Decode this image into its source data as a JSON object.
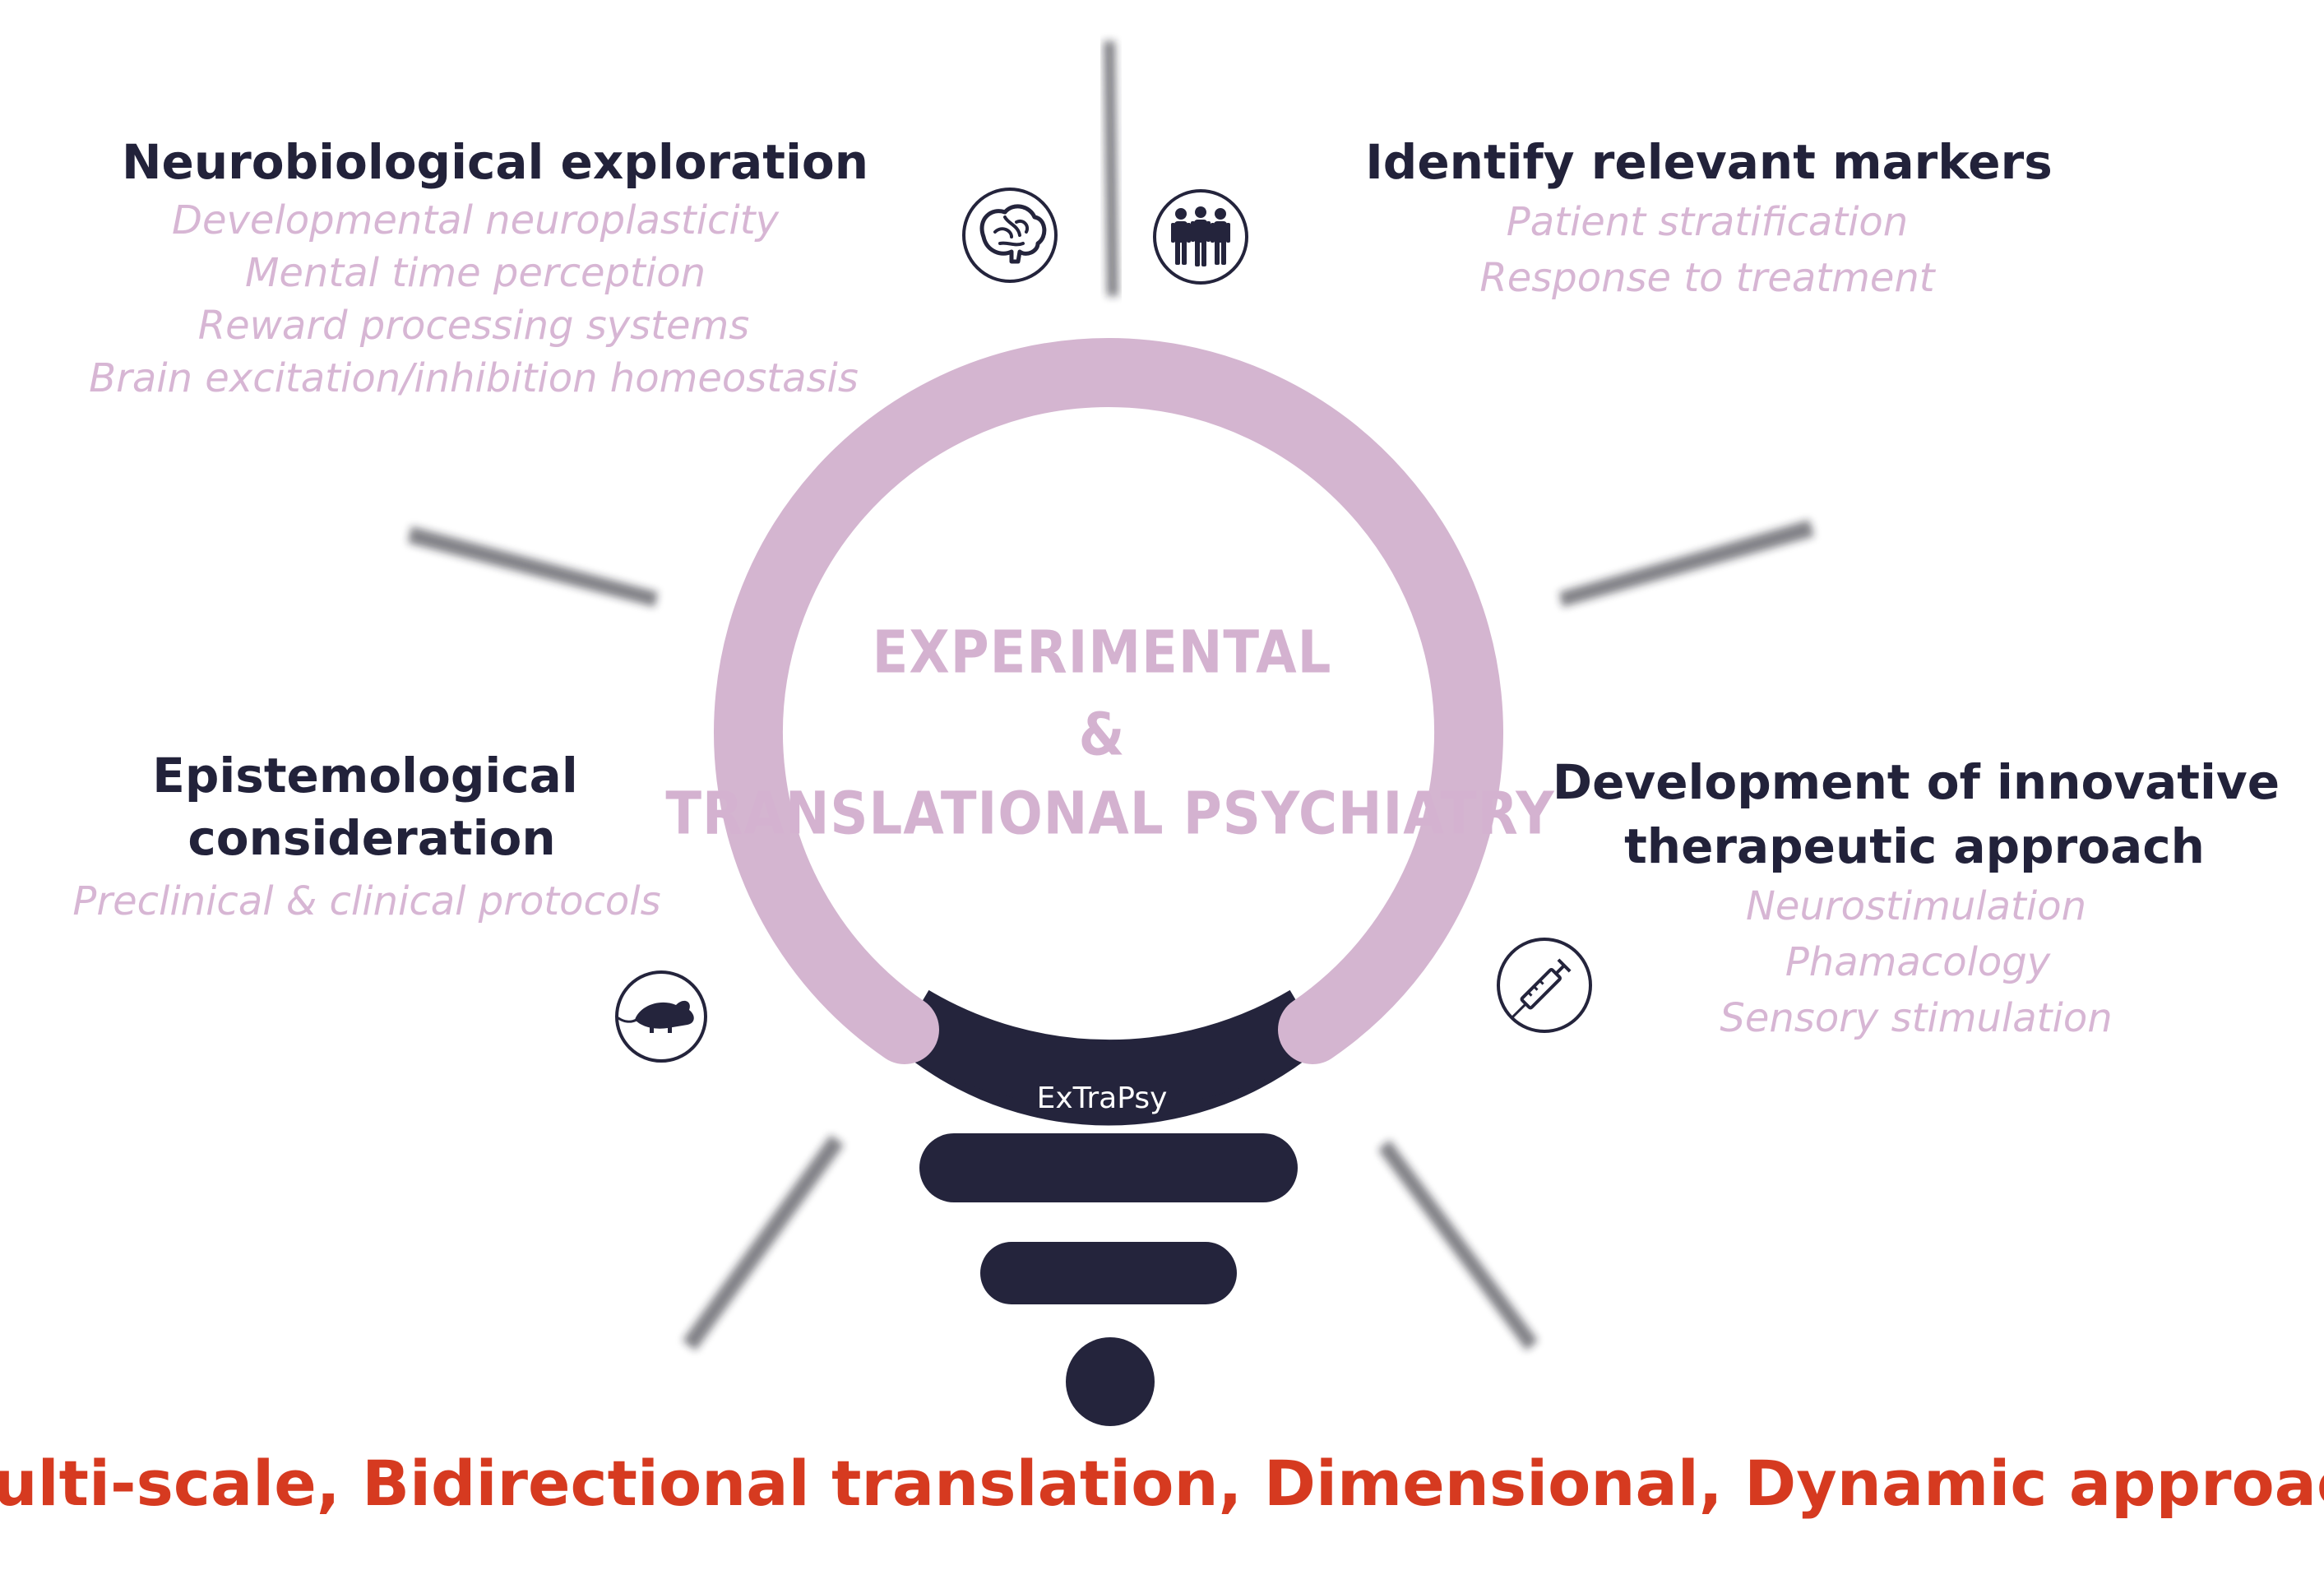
{
  "center": {
    "line1": "EXPERIMENTAL",
    "line2": "&",
    "line3": "TRANSLATIONAL PSYCHIATRY",
    "badge": "ExTraPsy"
  },
  "sections": {
    "neurobiological": {
      "title": "Neurobiological exploration",
      "items": [
        "Developmental neuroplasticity",
        "Mental time perception",
        "Reward processing systems",
        "Brain excitation/inhibition homeostasis"
      ],
      "icon": "brain-icon"
    },
    "markers": {
      "title": "Identify relevant markers",
      "items": [
        "Patient stratification",
        "Response to treatment"
      ],
      "icon": "people-icon"
    },
    "epistemological": {
      "title_line1": "Epistemological",
      "title_line2": "consideration",
      "items": [
        "Preclinical & clinical protocols"
      ],
      "icon": "mouse-icon"
    },
    "therapeutic": {
      "title_line1": "Development of innovative",
      "title_line2": "therapeutic approach",
      "items": [
        "Neurostimulation",
        "Phamacology",
        "Sensory stimulation"
      ],
      "icon": "syringe-icon"
    }
  },
  "tagline": "Multi-scale, Bidirectional translation, Dimensional, Dynamic approach",
  "colors": {
    "ring": "#d4b5d0",
    "base": "#24243c",
    "heading": "#22223a",
    "subtext": "#d7b6d4",
    "tagline": "#d63a20"
  }
}
